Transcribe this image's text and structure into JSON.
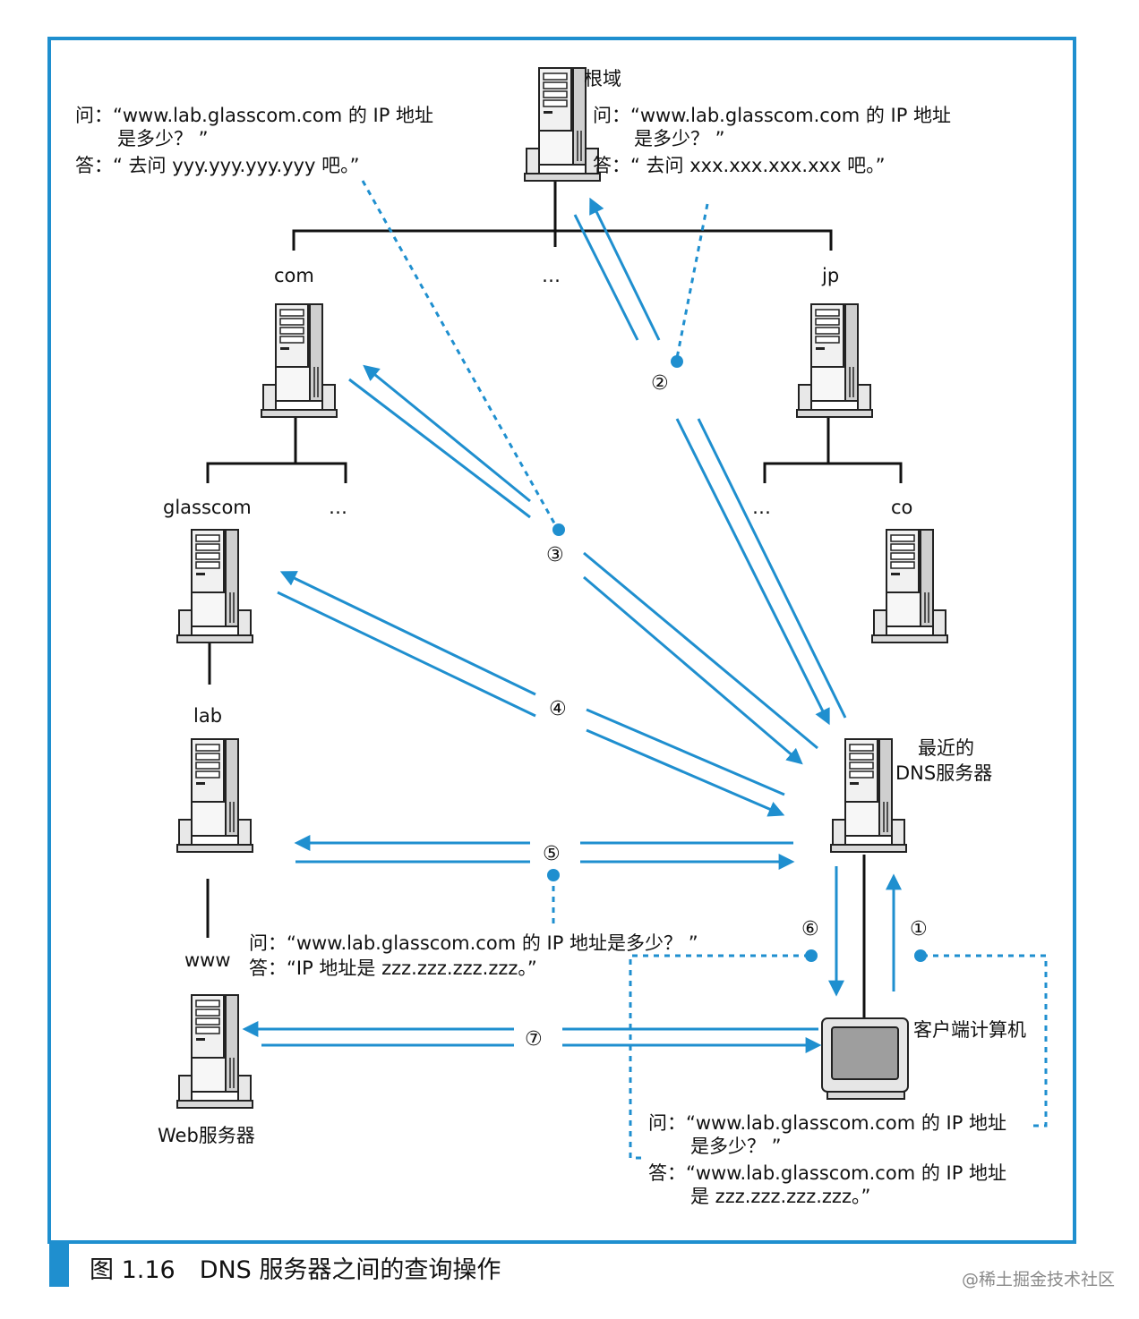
{
  "colors": {
    "accent": "#1f8fcf",
    "frame": "#1f8fcf",
    "ink": "#111111",
    "watermark": "#8a8a8a"
  },
  "nodes": {
    "root": "根域",
    "com": "com",
    "dots_top": "…",
    "jp": "jp",
    "glasscom": "glasscom",
    "dots_com": "…",
    "dots_jp": "…",
    "co": "co",
    "lab": "lab",
    "www": "www",
    "web_server": "Web服务器",
    "nearest_dns_line1": "最近的",
    "nearest_dns_line2": "DNS服务器",
    "client": "客户端计算机"
  },
  "steps": [
    "①",
    "②",
    "③",
    "④",
    "⑤",
    "⑥",
    "⑦"
  ],
  "qa": {
    "left_q1": "问：“www.lab.glasscom.com 的 IP 地址",
    "left_q2": "是多少？ ”",
    "left_a": "答：“ 去问 yyy.yyy.yyy.yyy 吧。”",
    "right_q1": "问：“www.lab.glasscom.com 的 IP 地址",
    "right_q2": "是多少？ ”",
    "right_a": "答：“ 去问 xxx.xxx.xxx.xxx 吧。”",
    "mid_q": "问：“www.lab.glasscom.com 的 IP 地址是多少？ ”",
    "mid_a": "答：“IP 地址是 zzz.zzz.zzz.zzz。”",
    "bottom_q1": "问：“www.lab.glasscom.com 的 IP 地址",
    "bottom_q2": "是多少？ ”",
    "bottom_a1": "答：“www.lab.glasscom.com 的 IP 地址",
    "bottom_a2": "是 zzz.zzz.zzz.zzz。”"
  },
  "caption": "图 1.16　DNS 服务器之间的查询操作",
  "watermark": "@稀土掘金技术社区"
}
